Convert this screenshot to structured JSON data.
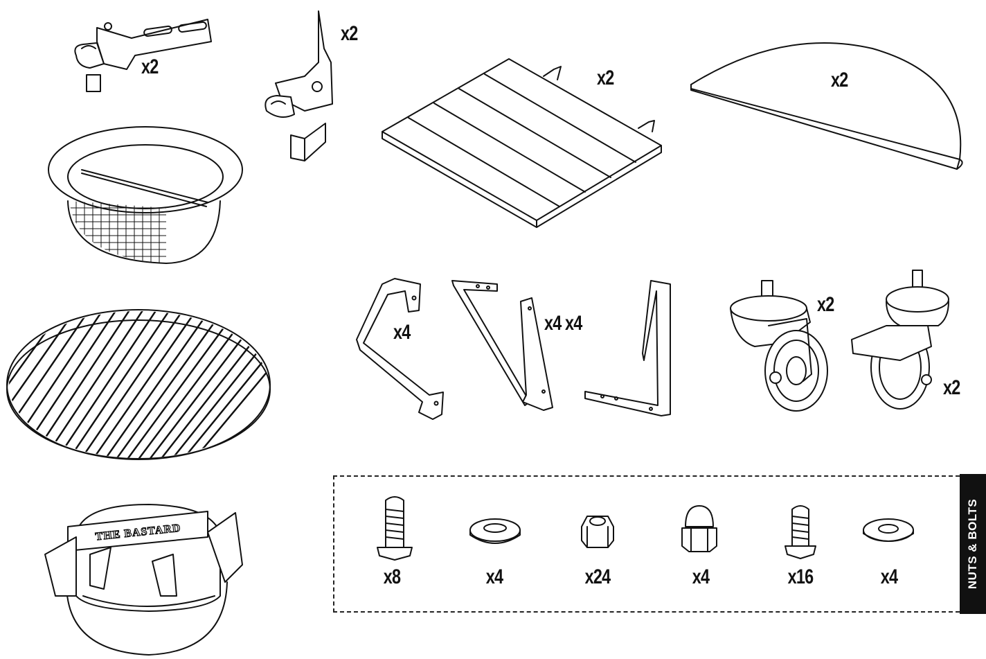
{
  "parts": {
    "bracket_left_qty": "x2",
    "bracket_tall_qty": "x2",
    "slat_table_qty": "x2",
    "half_shelf_qty": "x2",
    "leg_brace_qty": "x4",
    "leg_strut_a_qty": "x4",
    "leg_strut_b_qty": "x4",
    "caster_qty": "x2",
    "caster_brake_qty": "x2"
  },
  "emblem": {
    "logo_text": "THE BASTARD"
  },
  "hardware": {
    "tab_label": "NUTS & BOLTS",
    "items": [
      {
        "icon": "long-bolt-icon",
        "qty": "x8"
      },
      {
        "icon": "split-washer-icon",
        "qty": "x4"
      },
      {
        "icon": "hex-nut-icon",
        "qty": "x24"
      },
      {
        "icon": "cap-nut-icon",
        "qty": "x4"
      },
      {
        "icon": "short-bolt-icon",
        "qty": "x16"
      },
      {
        "icon": "flat-washer-icon",
        "qty": "x4"
      }
    ]
  },
  "colors": {
    "ink": "#111111",
    "paper": "#ffffff",
    "tab": "#111111"
  }
}
